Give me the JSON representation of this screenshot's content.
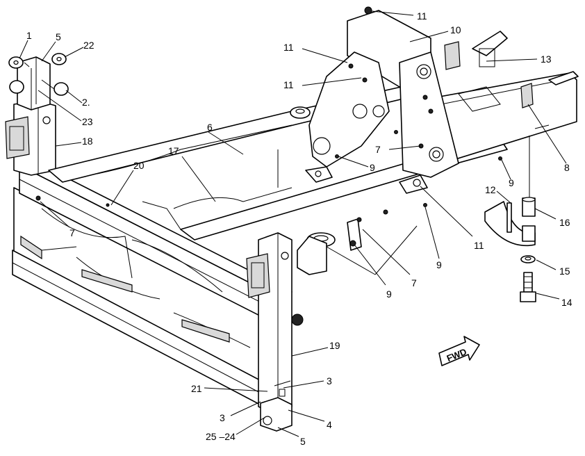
{
  "callouts": [
    {
      "id": "c1",
      "text": "1"
    },
    {
      "id": "c5a",
      "text": "5"
    },
    {
      "id": "c22",
      "text": "22"
    },
    {
      "id": "c2",
      "text": "2."
    },
    {
      "id": "c23",
      "text": "23"
    },
    {
      "id": "c18",
      "text": "18"
    },
    {
      "id": "c6",
      "text": "6"
    },
    {
      "id": "c17",
      "text": "17"
    },
    {
      "id": "c20",
      "text": "20"
    },
    {
      "id": "c7a",
      "text": "7"
    },
    {
      "id": "c11a",
      "text": "11"
    },
    {
      "id": "c10",
      "text": "10"
    },
    {
      "id": "c11b",
      "text": "11"
    },
    {
      "id": "c11c",
      "text": "11"
    },
    {
      "id": "c13",
      "text": "13"
    },
    {
      "id": "c7b",
      "text": "7"
    },
    {
      "id": "c9a",
      "text": "9"
    },
    {
      "id": "c8",
      "text": "8"
    },
    {
      "id": "c9b",
      "text": "9"
    },
    {
      "id": "c12",
      "text": "12"
    },
    {
      "id": "c16",
      "text": "16"
    },
    {
      "id": "c11d",
      "text": "11"
    },
    {
      "id": "c9c",
      "text": "9"
    },
    {
      "id": "c15",
      "text": "15"
    },
    {
      "id": "c7c",
      "text": "7"
    },
    {
      "id": "c9d",
      "text": "9"
    },
    {
      "id": "c14",
      "text": "14"
    },
    {
      "id": "c19",
      "text": "19"
    },
    {
      "id": "c21",
      "text": "21"
    },
    {
      "id": "c3a",
      "text": "3"
    },
    {
      "id": "c3b",
      "text": "3"
    },
    {
      "id": "c4",
      "text": "4"
    },
    {
      "id": "c2524",
      "text": "25 –24"
    },
    {
      "id": "c5b",
      "text": "5"
    }
  ],
  "fwd_label": "FWD"
}
